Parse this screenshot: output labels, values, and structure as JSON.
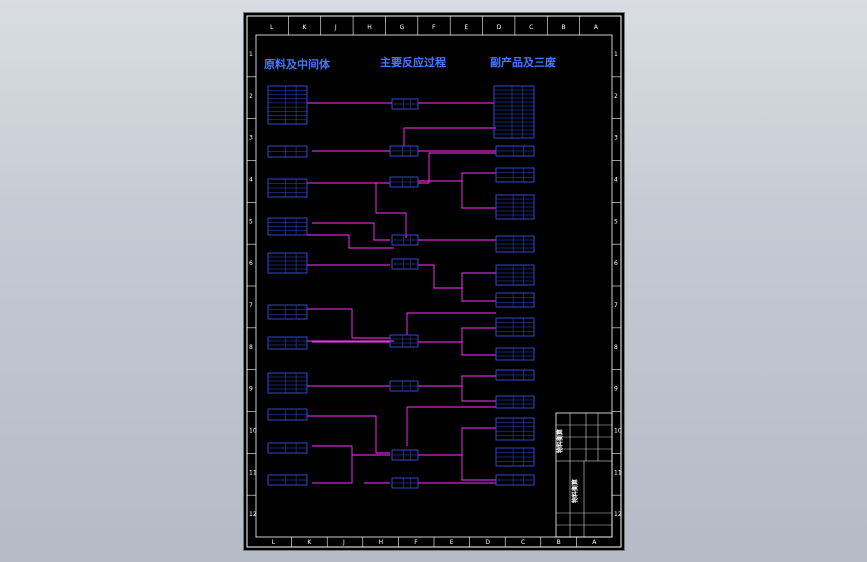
{
  "sheet": {
    "column_labels_top": [
      "L",
      "K",
      "J",
      "H",
      "G",
      "F",
      "E",
      "D",
      "C",
      "B",
      "A"
    ],
    "column_labels_bottom": [
      "L",
      "K",
      "J",
      "H",
      "F",
      "E",
      "D",
      "C",
      "B",
      "A"
    ],
    "row_labels": [
      "1",
      "2",
      "3",
      "4",
      "5",
      "6",
      "7",
      "8",
      "9",
      "10",
      "11",
      "12"
    ]
  },
  "headers": {
    "raw_materials": "原料及中间体",
    "main_process": "主要反应过程",
    "products": "副产品及三废"
  },
  "title_block": {
    "stamp_primary": "物料衡算",
    "stamp_secondary": "物料衡算"
  },
  "colors": {
    "background": "#000000",
    "frame": "#ffffff",
    "boxes": "#3b5bff",
    "flow_lines": "#ff33ff",
    "header_text": "#4477ff"
  }
}
